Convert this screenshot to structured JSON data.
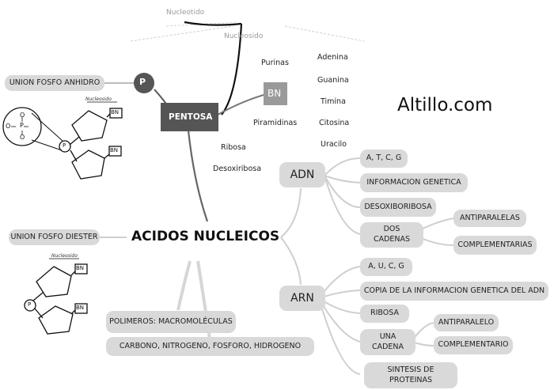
{
  "top": {
    "nucleotido": "Nucleotido",
    "nucleosido": "Nucleosido"
  },
  "watermark": "Altillo.com",
  "sugar": {
    "pentosa": "PENTOSA",
    "p": "P",
    "bn": "BN",
    "union_anhidro": "UNION FOSFO ANHIDRO"
  },
  "bases": {
    "purinas": "Purinas",
    "pirimidinas": "Piramidinas",
    "adenina": "Adenina",
    "guanina": "Guanina",
    "timina": "Timina",
    "citosina": "Citosina",
    "uracilo": "Uracilo",
    "ribosa": "Ribosa",
    "desoxiribosa": "Desoxiribosa"
  },
  "center": {
    "title": "ACIDOS NUCLEICOS",
    "union_diester": "UNION FOSFO DIESTER",
    "polimeros": "POLIMEROS: MACROMOLÉCULAS",
    "elementos": "CARBONO, NITROGENO, FOSFORO, HIDROGENO"
  },
  "adn": {
    "label": "ADN",
    "bases": "A, T, C, G",
    "info": "INFORMACION GENETICA",
    "azucar": "DESOXIBORIBOSA",
    "cadenas_1": "DOS",
    "cadenas_2": "CADENAS",
    "antiparalelas": "ANTIPARALELAS",
    "complementarias": "COMPLEMENTARIAS"
  },
  "arn": {
    "label": "ARN",
    "bases": "A, U, C, G",
    "copia": "COPIA DE LA INFORMACION GENETICA DEL ADN",
    "azucar": "RIBOSA",
    "cadena_1": "UNA",
    "cadena_2": "CADENA",
    "antiparalelo": "ANTIPARALELO",
    "complementario": "COMPLEMENTARIO",
    "sintesis_1": "SINTESIS DE",
    "sintesis_2": "PROTEINAS"
  },
  "figure1": {
    "nucleoside_label": "Nucleosido",
    "bn": "BN",
    "p": "P",
    "phosphate_o1": "O",
    "phosphate_o2": "O",
    "phosphate_o3": "O",
    "phosphate_p": "P"
  },
  "figure2": {
    "nucleoside_label": "Nucleosido",
    "bn": "BN",
    "p": "P"
  }
}
